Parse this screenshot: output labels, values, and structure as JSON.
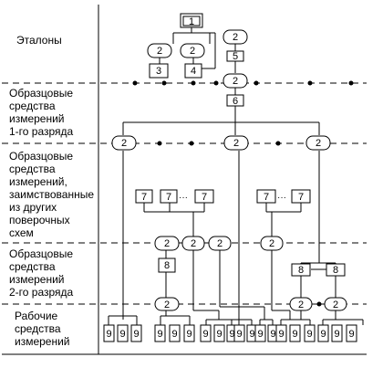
{
  "levels": {
    "etalony": [
      "Эталоны"
    ],
    "first_grade": [
      "Образцовые",
      "средства",
      "измерений",
      "1-го разряда"
    ],
    "borrowed": [
      "Образцовые",
      "средства",
      "измерений,",
      "заимствованные",
      "из других",
      "поверочных",
      "схем"
    ],
    "second_grade": [
      "Образцовые",
      "средства",
      "измерений",
      "2-го разряда"
    ],
    "working": [
      "Рабочие",
      "средства",
      "измерений"
    ]
  },
  "nodes": {
    "n1": "1",
    "n2": "2",
    "n3": "3",
    "n4": "4",
    "n5": "5",
    "n6": "6",
    "n7": "7",
    "n8": "8",
    "n9": "9"
  },
  "ellipsis": "···"
}
